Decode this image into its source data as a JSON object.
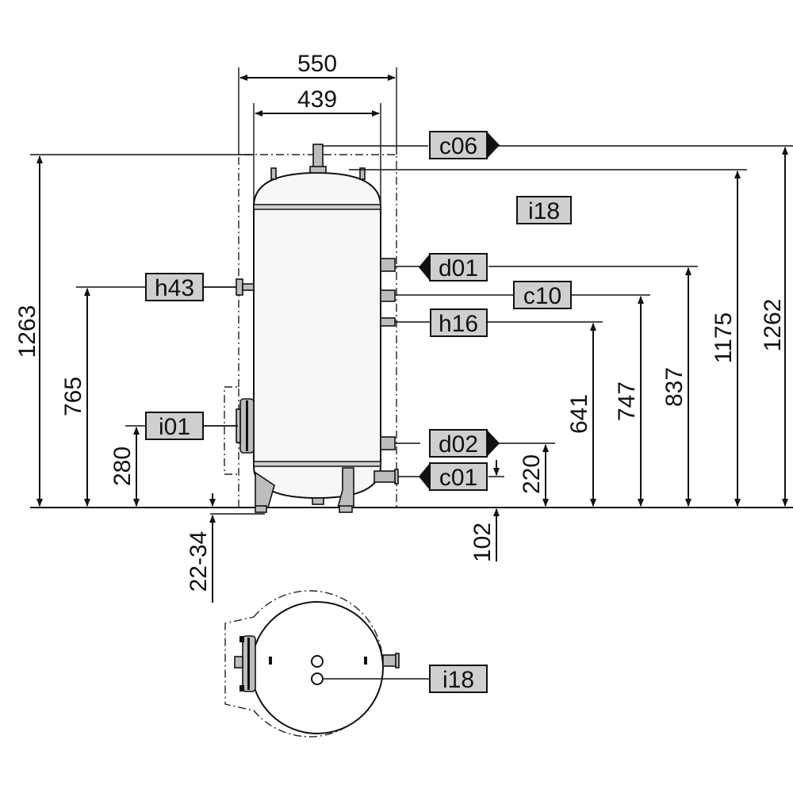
{
  "diagram": {
    "dimensions": {
      "width_outer": "550",
      "width_inner": "439",
      "height_total_left": "1263",
      "height_h43": "765",
      "height_i01": "280",
      "feet_adjust": "22-34",
      "height_c01": "102",
      "height_d02": "220",
      "height_h16": "641",
      "height_c10": "747",
      "height_d01": "837",
      "height_top": "1175",
      "height_c06": "1262"
    },
    "tags": {
      "c06": "c06",
      "i18_side": "i18",
      "d01": "d01",
      "c10": "c10",
      "h16": "h16",
      "h43": "h43",
      "i01": "i01",
      "d02": "d02",
      "c01": "c01",
      "i18_top": "i18"
    },
    "colors": {
      "tag_fill": "#cfcfcf",
      "line": "#111111"
    }
  }
}
